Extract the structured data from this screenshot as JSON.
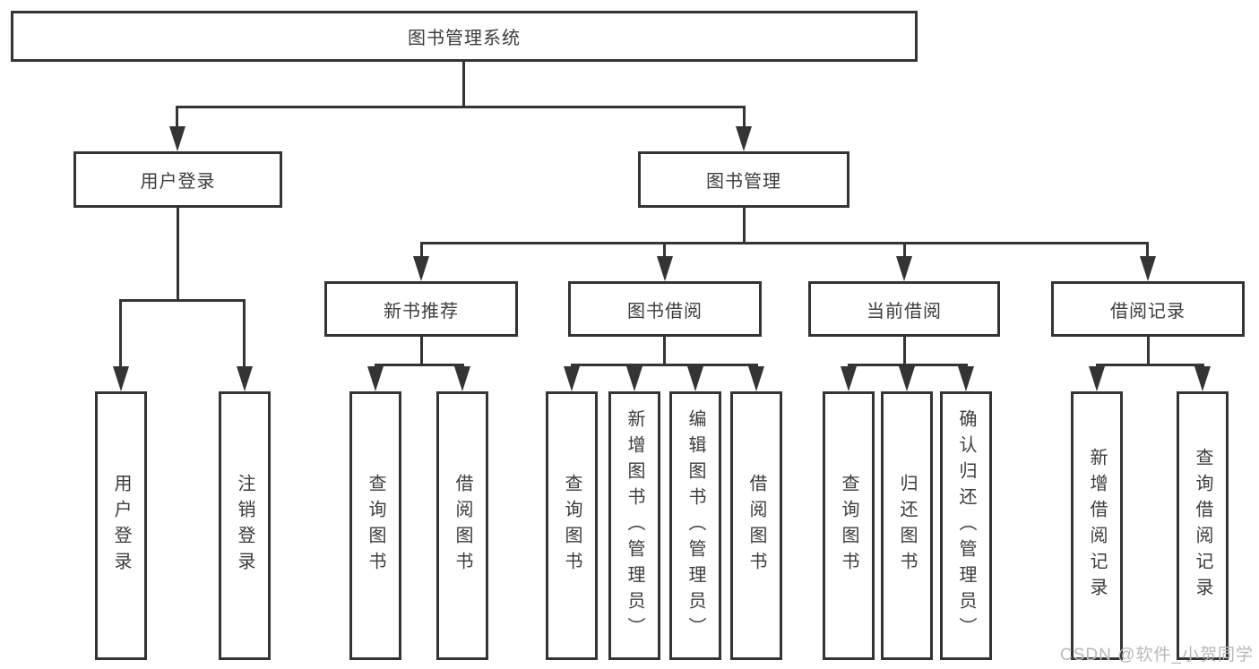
{
  "diagram": {
    "root": "图书管理系统",
    "level2": [
      {
        "label": "用户登录",
        "children": [
          "用户登录",
          "注销登录"
        ]
      },
      {
        "label": "图书管理",
        "groups": [
          {
            "label": "新书推荐",
            "children": [
              "查询图书",
              "借阅图书"
            ]
          },
          {
            "label": "图书借阅",
            "children": [
              "查询图书",
              "新增图书（管理员）",
              "编辑图书（管理员）",
              "借阅图书"
            ]
          },
          {
            "label": "当前借阅",
            "children": [
              "查询图书",
              "归还图书",
              "确认归还（管理员）"
            ]
          },
          {
            "label": "借阅记录",
            "children": [
              "新增借阅记录",
              "查询借阅记录"
            ]
          }
        ]
      }
    ]
  },
  "watermark": "CSDN @软件_小贺同学",
  "colors": {
    "line": "#343434",
    "text": "#3c3c3c",
    "watermark": "#b9b9b9",
    "background": "#ffffff"
  }
}
